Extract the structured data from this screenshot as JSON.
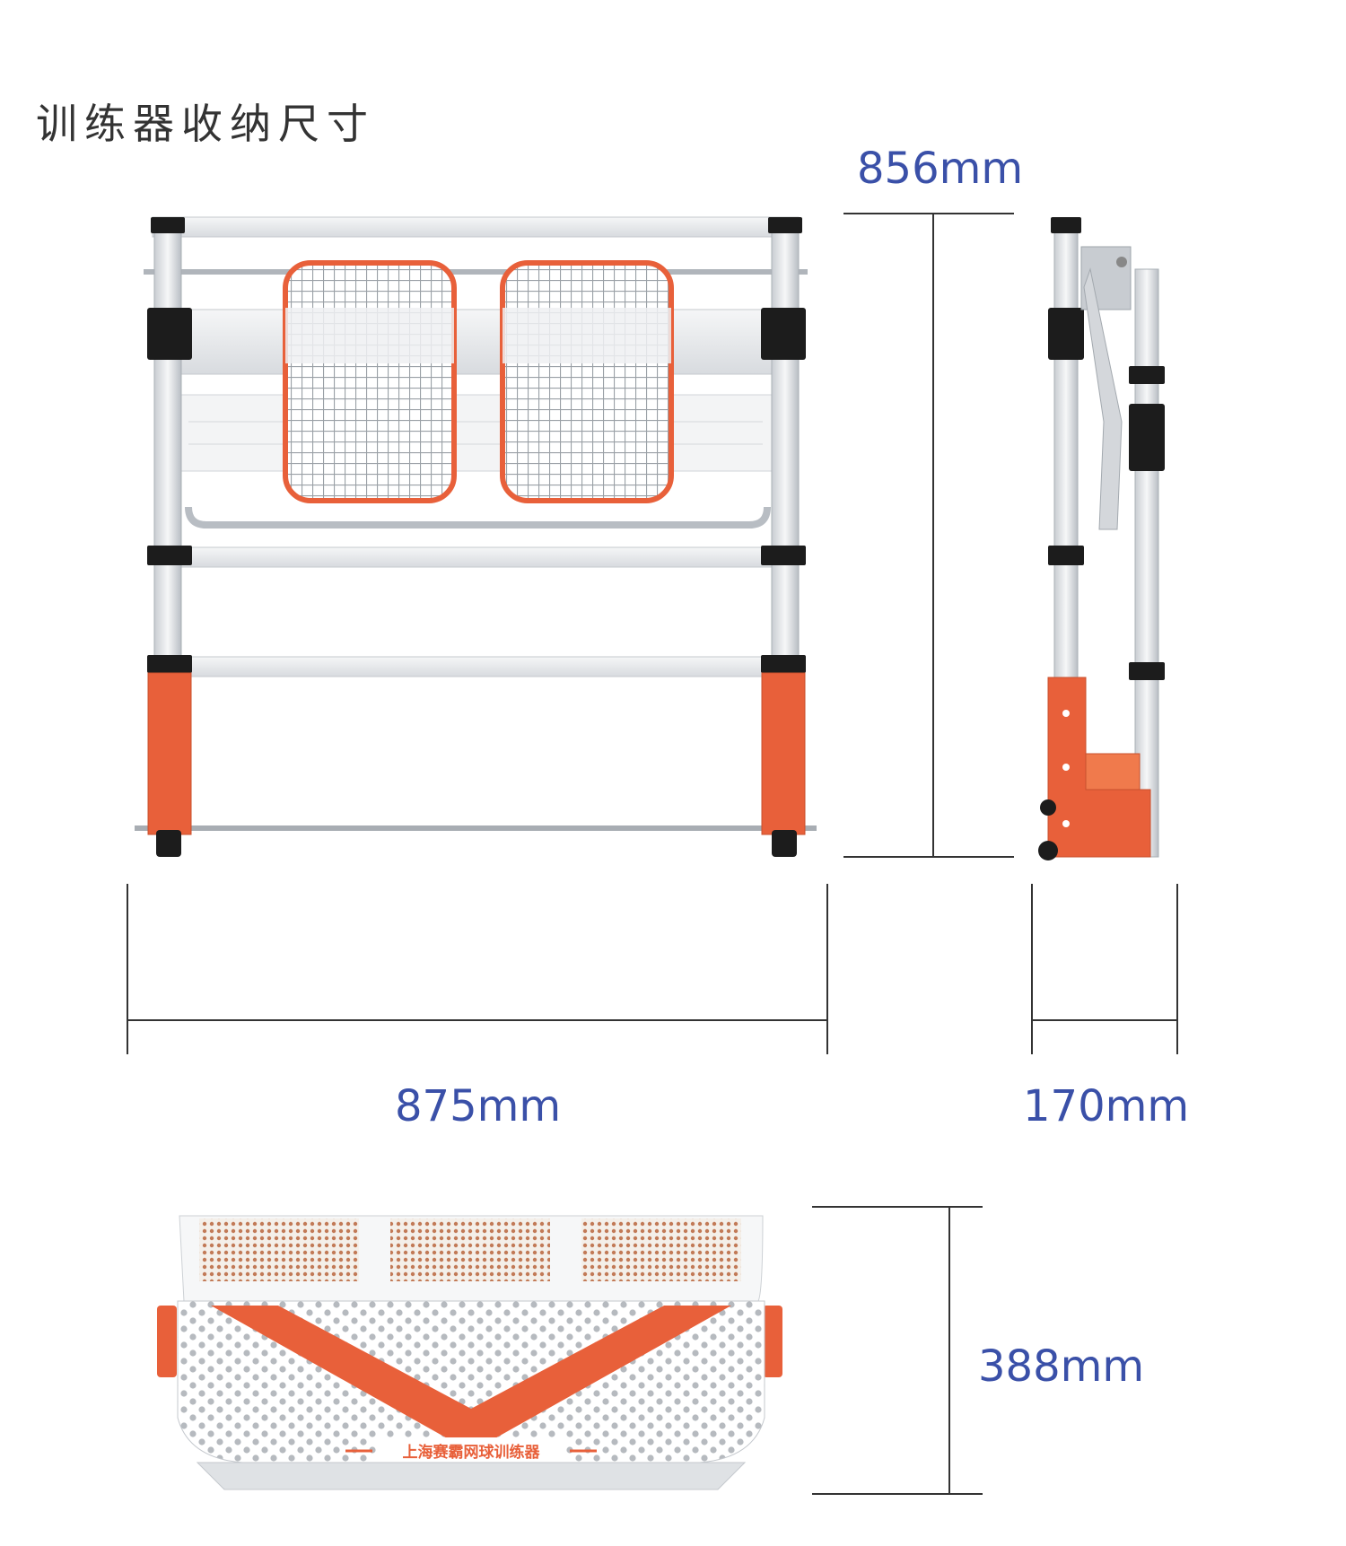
{
  "title": "训练器收纳尺寸",
  "colors": {
    "accent_orange": "#e8603a",
    "dimension_text": "#3a50a8",
    "dimension_line": "#333333",
    "aluminum": "#dcdfe3",
    "black_cap": "#1c1c1c"
  },
  "dimensions": {
    "height": "856mm",
    "width": "875mm",
    "depth": "170mm",
    "bottom_height": "388mm"
  },
  "brand_label": "上海赛霸网球训练器",
  "icons": [
    "front-view-image",
    "side-view-image",
    "base-view-image"
  ]
}
